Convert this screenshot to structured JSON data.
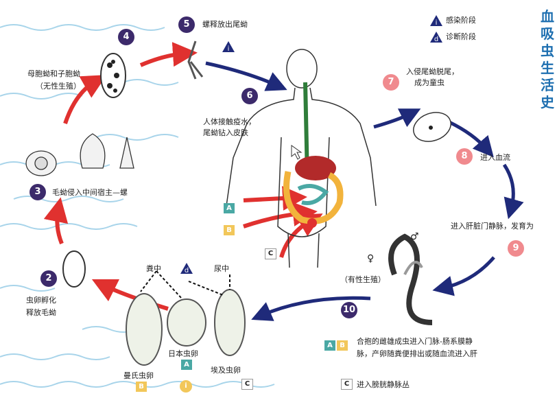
{
  "title_vertical": "血吸虫生活史",
  "legend": {
    "infection": "感染阶段",
    "diagnosis": "诊断阶段",
    "i": "i",
    "d": "d"
  },
  "steps": {
    "s2": {
      "num": "2",
      "text1": "虫卵孵化",
      "text2": "释放毛蚴"
    },
    "s3": {
      "num": "3",
      "text": "毛蚴侵入中间宿主—螺"
    },
    "s4": {
      "num": "4",
      "text1": "母胞蚴和子胞蚴",
      "text2": "（无性生殖）"
    },
    "s5": {
      "num": "5",
      "text": "螺释放出尾蚴"
    },
    "s6": {
      "num": "6",
      "text1": "人体接触疫水，",
      "text2": "尾蚴钻入皮肤"
    },
    "s7": {
      "num": "7",
      "text1": "入侵尾蚴脱尾，",
      "text2": "成为童虫"
    },
    "s8": {
      "num": "8",
      "text": "进入血流"
    },
    "s9": {
      "num": "9",
      "text": "进入肝脏门静脉，发育为"
    },
    "s10": {
      "num": "10",
      "text1": "合抱的雌雄成虫进入门脉-肠系膜静",
      "text2": "脉，产卵随粪便排出或随血流进入肝"
    }
  },
  "eggs": {
    "feces": "粪中",
    "urine": "尿中",
    "mansoni": "曼氏虫卵",
    "japonicum": "日本虫卵",
    "haematobium": "埃及虫卵",
    "sexual": "（有性生殖）",
    "c_text": "进入膀胱静脉丛"
  },
  "badges": {
    "A": "A",
    "B": "B",
    "C": "C",
    "i": "i",
    "d": "d"
  },
  "colors": {
    "red_arrow": "#e0312f",
    "blue_arrow": "#1f2a7a",
    "dark_circle": "#3c2a6b",
    "pink_circle": "#f08a8e",
    "badge_A": "#4aa8a4",
    "badge_B": "#f2c75a",
    "title": "#1e6fb0",
    "water": "#9fd0e8"
  }
}
